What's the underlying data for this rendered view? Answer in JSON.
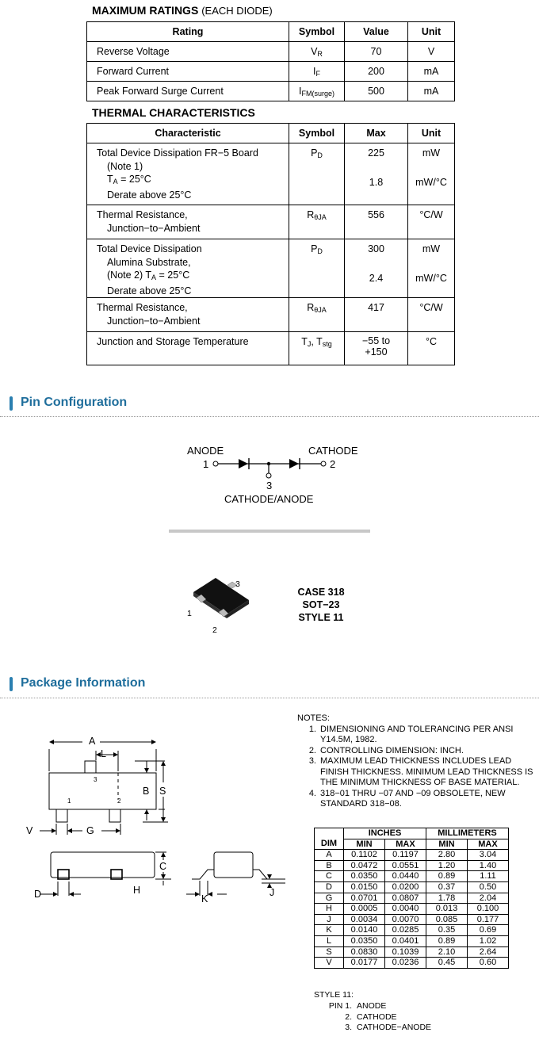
{
  "max_ratings": {
    "title": "MAXIMUM RATINGS",
    "subtitle": "(EACH DIODE)",
    "headers": [
      "Rating",
      "Symbol",
      "Value",
      "Unit"
    ],
    "rows": [
      {
        "rating": "Reverse Voltage",
        "symbol": "V",
        "symbol_sub": "R",
        "value": "70",
        "unit": "V"
      },
      {
        "rating": "Forward Current",
        "symbol": "I",
        "symbol_sub": "F",
        "value": "200",
        "unit": "mA"
      },
      {
        "rating": "Peak Forward Surge Current",
        "symbol": "I",
        "symbol_sub": "FM(surge)",
        "value": "500",
        "unit": "mA"
      }
    ]
  },
  "thermal": {
    "title": "THERMAL CHARACTERISTICS",
    "headers": [
      "Characteristic",
      "Symbol",
      "Max",
      "Unit"
    ],
    "r1": {
      "l1": "Total Device Dissipation FR−5 Board",
      "l2": "(Note 1)",
      "l3a": "T",
      "l3sub": "A",
      "l3b": " = 25°C",
      "l4": "Derate above 25°C",
      "sym": "P",
      "sym_sub": "D",
      "v1": "225",
      "v2": "1.8",
      "u1": "mW",
      "u2": "mW/°C"
    },
    "r2": {
      "l1": "Thermal Resistance,",
      "l2": "Junction−to−Ambient",
      "sym": "R",
      "sym_sub": "θJA",
      "v1": "556",
      "u1": "°C/W"
    },
    "r3": {
      "l1": "Total Device Dissipation",
      "l2": "Alumina Substrate,",
      "l3a": "(Note 2) T",
      "l3sub": "A",
      "l3b": " = 25°C",
      "l4": "Derate above 25°C",
      "sym": "P",
      "sym_sub": "D",
      "v1": "300",
      "v2": "2.4",
      "u1": "mW",
      "u2": "mW/°C"
    },
    "r4": {
      "l1": "Thermal Resistance,",
      "l2": "Junction−to−Ambient",
      "sym": "R",
      "sym_sub": "θJA",
      "v1": "417",
      "u1": "°C/W"
    },
    "r5": {
      "l1": "Junction and Storage Temperature",
      "sym_a": "T",
      "sym_a_sub": "J",
      "sym_b": ", T",
      "sym_b_sub": "stg",
      "v1": "−55 to",
      "v2": "+150",
      "u1": "°C"
    }
  },
  "pin_config": {
    "section_title": "Pin Configuration",
    "anode": "ANODE",
    "cathode": "CATHODE",
    "common": "CATHODE/ANODE",
    "pin1": "1",
    "pin2": "2",
    "pin3": "3",
    "case_lines": [
      "CASE 318",
      "SOT−23",
      "STYLE 11"
    ],
    "pkg_pin1": "1",
    "pkg_pin2": "2",
    "pkg_pin3": "3"
  },
  "package_info": {
    "section_title": "Package Information",
    "drawing_labels": {
      "A": "A",
      "L": "L",
      "B": "B",
      "S": "S",
      "V": "V",
      "G": "G",
      "C": "C",
      "D": "D",
      "H": "H",
      "K": "K",
      "J": "J",
      "p1": "1",
      "p2": "2",
      "p3": "3"
    },
    "notes_title": "NOTES:",
    "notes": [
      {
        "n": "1.",
        "text": "DIMENSIONING AND TOLERANCING PER ANSI Y14.5M, 1982."
      },
      {
        "n": "2.",
        "text": "CONTROLLING DIMENSION: INCH."
      },
      {
        "n": "3.",
        "text": "MAXIMUM LEAD THICKNESS INCLUDES LEAD FINISH THICKNESS. MINIMUM LEAD THICKNESS IS THE MINIMUM THICKNESS OF BASE MATERIAL."
      },
      {
        "n": "4.",
        "text": "318−01 THRU −07 AND −09 OBSOLETE, NEW STANDARD 318−08."
      }
    ],
    "dim_table": {
      "group_inches": "INCHES",
      "group_mm": "MILLIMETERS",
      "col_dim": "DIM",
      "col_min": "MIN",
      "col_max": "MAX",
      "rows": [
        [
          "A",
          "0.1102",
          "0.1197",
          "2.80",
          "3.04"
        ],
        [
          "B",
          "0.0472",
          "0.0551",
          "1.20",
          "1.40"
        ],
        [
          "C",
          "0.0350",
          "0.0440",
          "0.89",
          "1.11"
        ],
        [
          "D",
          "0.0150",
          "0.0200",
          "0.37",
          "0.50"
        ],
        [
          "G",
          "0.0701",
          "0.0807",
          "1.78",
          "2.04"
        ],
        [
          "H",
          "0.0005",
          "0.0040",
          "0.013",
          "0.100"
        ],
        [
          "J",
          "0.0034",
          "0.0070",
          "0.085",
          "0.177"
        ],
        [
          "K",
          "0.0140",
          "0.0285",
          "0.35",
          "0.69"
        ],
        [
          "L",
          "0.0350",
          "0.0401",
          "0.89",
          "1.02"
        ],
        [
          "S",
          "0.0830",
          "0.1039",
          "2.10",
          "2.64"
        ],
        [
          "V",
          "0.0177",
          "0.0236",
          "0.45",
          "0.60"
        ]
      ]
    },
    "style": {
      "title": "STYLE 11:",
      "pins": [
        {
          "pin": "PIN 1.",
          "name": "ANODE"
        },
        {
          "pin": "2.",
          "name": "CATHODE"
        },
        {
          "pin": "3.",
          "name": "CATHODE−ANODE"
        }
      ]
    }
  }
}
